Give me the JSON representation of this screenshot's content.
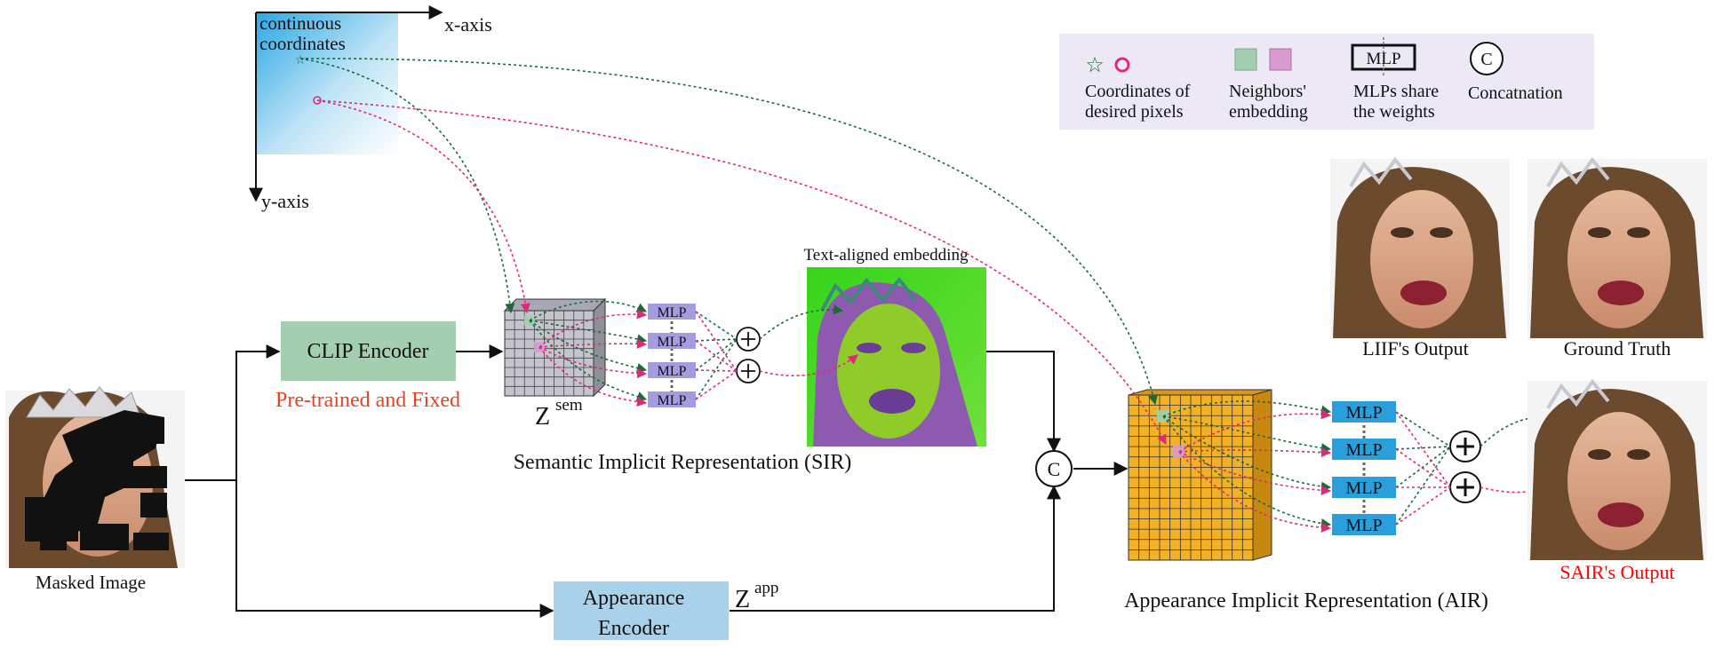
{
  "axes": {
    "x_label": "x-axis",
    "y_label": "y-axis",
    "corner_label_1": "continuous",
    "corner_label_2": "coordinates"
  },
  "legend": {
    "coords_1": "Coordinates of",
    "coords_2": "desired pixels",
    "neighbors_1": "Neighbors'",
    "neighbors_2": "embedding",
    "mlp_box": "MLP",
    "mlp_share_1": "MLPs share",
    "mlp_share_2": "the weights",
    "concat_symbol": "C",
    "concat_label": "Concatnation"
  },
  "left": {
    "masked_caption": "Masked Image"
  },
  "encoders": {
    "clip": "CLIP Encoder",
    "clip_note": "Pre-trained and Fixed",
    "appearance_1": "Appearance",
    "appearance_2": "Encoder"
  },
  "features": {
    "z": "Z",
    "sem": "sem",
    "app": "app"
  },
  "sir": {
    "mlps": [
      "MLP",
      "MLP",
      "MLP",
      "MLP"
    ],
    "title": "Semantic Implicit Representation (SIR)",
    "embed_caption": "Text-aligned embedding"
  },
  "concat_symbol": "C",
  "air": {
    "mlps": [
      "MLP",
      "MLP",
      "MLP",
      "MLP"
    ],
    "title": "Appearance Implicit Representation (AIR)"
  },
  "outputs": {
    "liif": "LIIF's Output",
    "gt": "Ground Truth",
    "sair": "SAIR's Output"
  },
  "colors": {
    "clip_fill": "#a3cfb0",
    "appearance_fill": "#a9d1ea",
    "clip_note": "#e8431e",
    "sair_label": "#ff0000",
    "sir_mlp": "#a49ce0",
    "air_mlp": "#2a9fdc",
    "air_grid": "#f2b126",
    "sir_grid": "#c4c4cc",
    "legend_bg": "#ece8f6",
    "green_path": "#1b6b3a",
    "pink_path": "#e0287a"
  }
}
